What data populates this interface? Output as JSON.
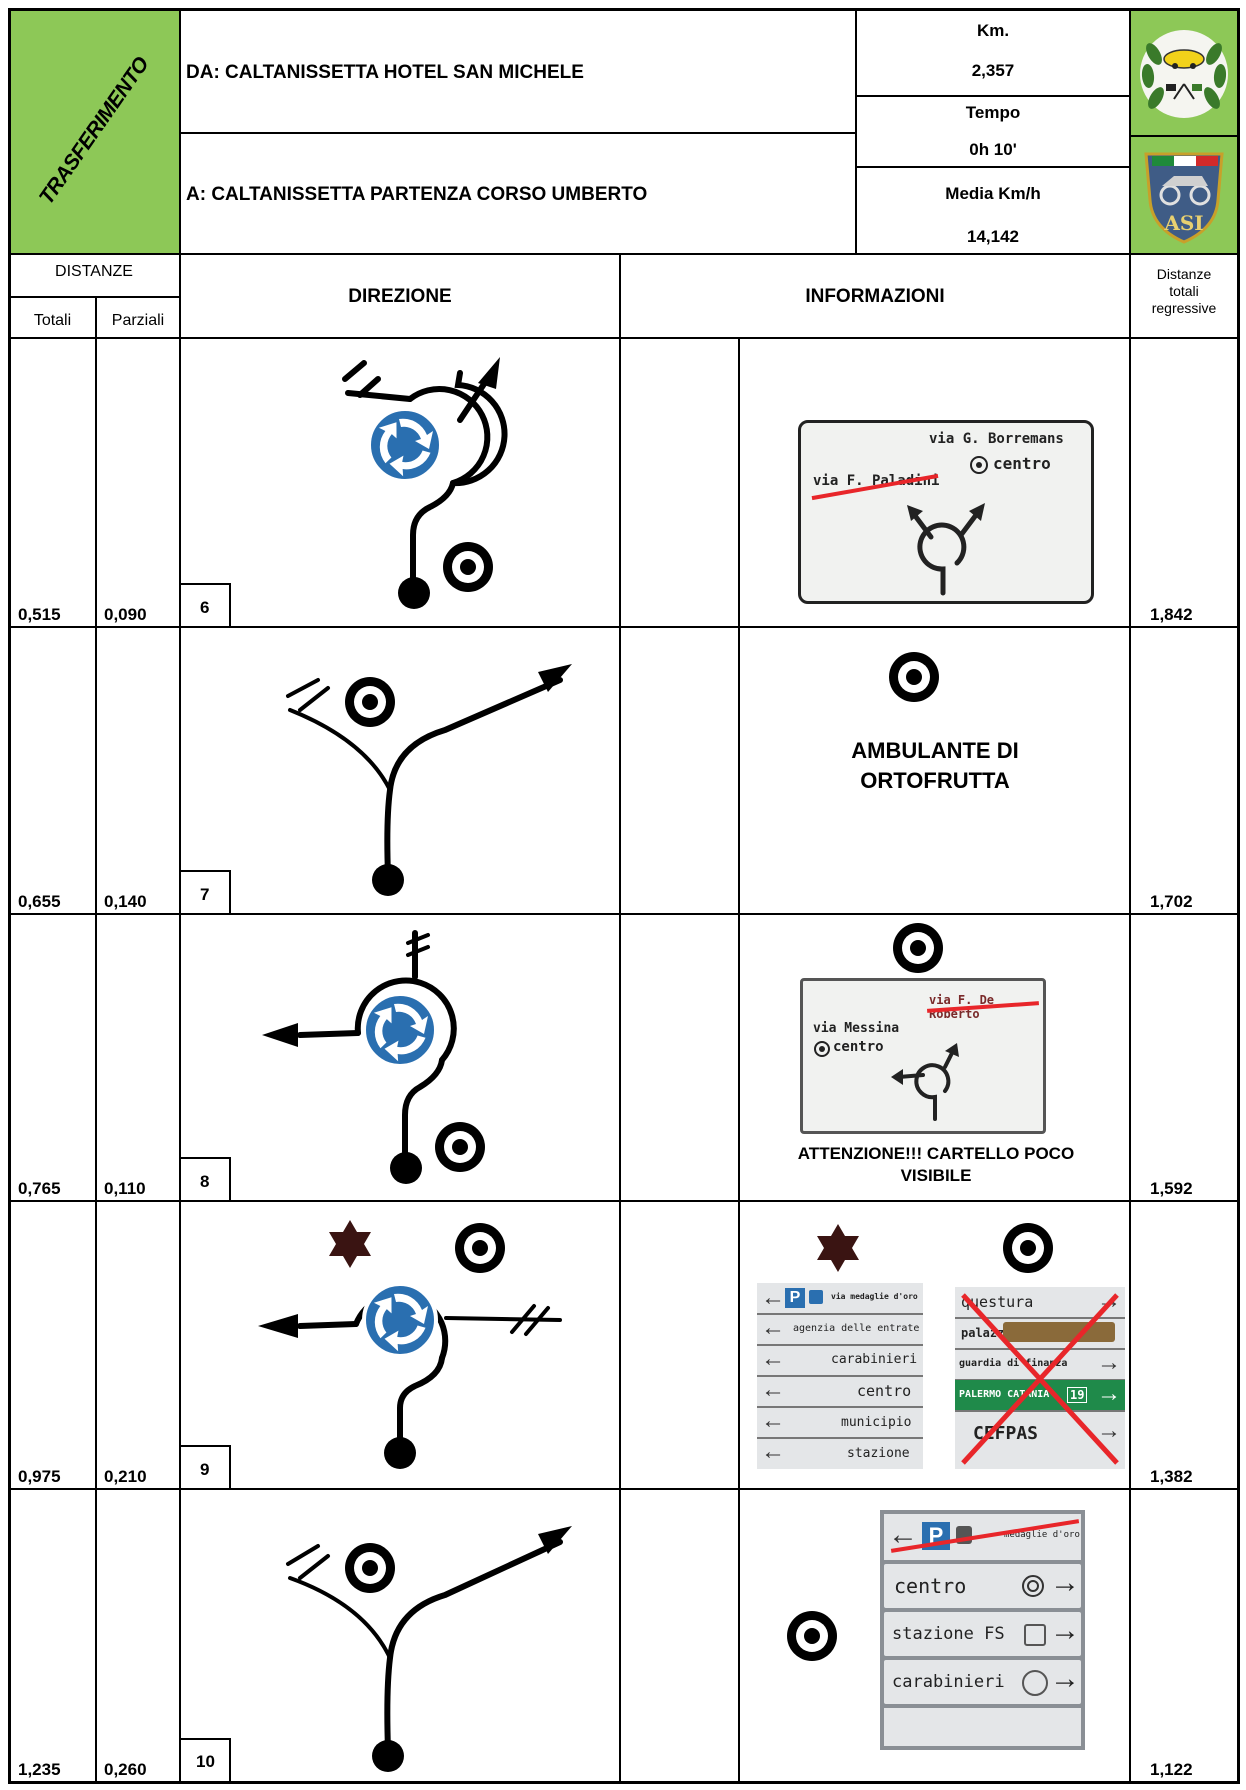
{
  "header": {
    "transfer_label": "TRASFERIMENTO",
    "from": "DA: CALTANISSETTA HOTEL SAN MICHELE",
    "to": "A: CALTANISSETTA PARTENZA CORSO UMBERTO",
    "km_label": "Km.",
    "km_value": "2,357",
    "time_label": "Tempo",
    "time_value": "0h 10'",
    "avg_label": "Media Km/h",
    "avg_value": "14,142",
    "logo1_icon": "club-laurel-logo-icon",
    "logo2_icon": "asi-shield-logo-icon"
  },
  "columns": {
    "distances": "DISTANZE",
    "totals": "Totali",
    "partials": "Parziali",
    "direction": "DIREZIONE",
    "information": "INFORMAZIONI",
    "regressive_1": "Distanze",
    "regressive_2": "totali",
    "regressive_3": "regressive"
  },
  "rows": [
    {
      "total": "0,515",
      "partial": "0,090",
      "step": "6",
      "regressive": "1,842"
    },
    {
      "total": "0,655",
      "partial": "0,140",
      "step": "7",
      "regressive": "1,702"
    },
    {
      "total": "0,765",
      "partial": "0,110",
      "step": "8",
      "regressive": "1,592"
    },
    {
      "total": "0,975",
      "partial": "0,210",
      "step": "9",
      "regressive": "1,382"
    },
    {
      "total": "1,235",
      "partial": "0,260",
      "step": "10",
      "regressive": "1,122"
    }
  ],
  "info": {
    "r1_sign": {
      "line1": "via G. Borremans",
      "line2": "centro",
      "line3": "via F. Paladini"
    },
    "r2_text": {
      "line1": "AMBULANTE DI",
      "line2": "ORTOFRUTTA"
    },
    "r3_sign": {
      "line1": "via F. De Roberto",
      "line2": "via Messina",
      "line3": "centro"
    },
    "r3_text": {
      "line1": "ATTENZIONE!!! CARTELLO POCO",
      "line2": "VISIBILE"
    },
    "r4_left": [
      "via medaglie d'oro",
      "agenzia delle entrate",
      "carabinieri",
      "centro",
      "municipio",
      "stazione"
    ],
    "r4_right": [
      "questura",
      "palazzo",
      "guardia di finanza",
      "PALERMO CATANIA",
      "19",
      "CEFPAS"
    ],
    "r5_sign": [
      "medaglie d'oro",
      "centro",
      "stazione FS",
      "carabinieri"
    ],
    "parking_letter": "P"
  },
  "colors": {
    "green": "#8dc857",
    "roundabout_blue": "#2a6fb0",
    "cross_red": "#e8262a"
  }
}
